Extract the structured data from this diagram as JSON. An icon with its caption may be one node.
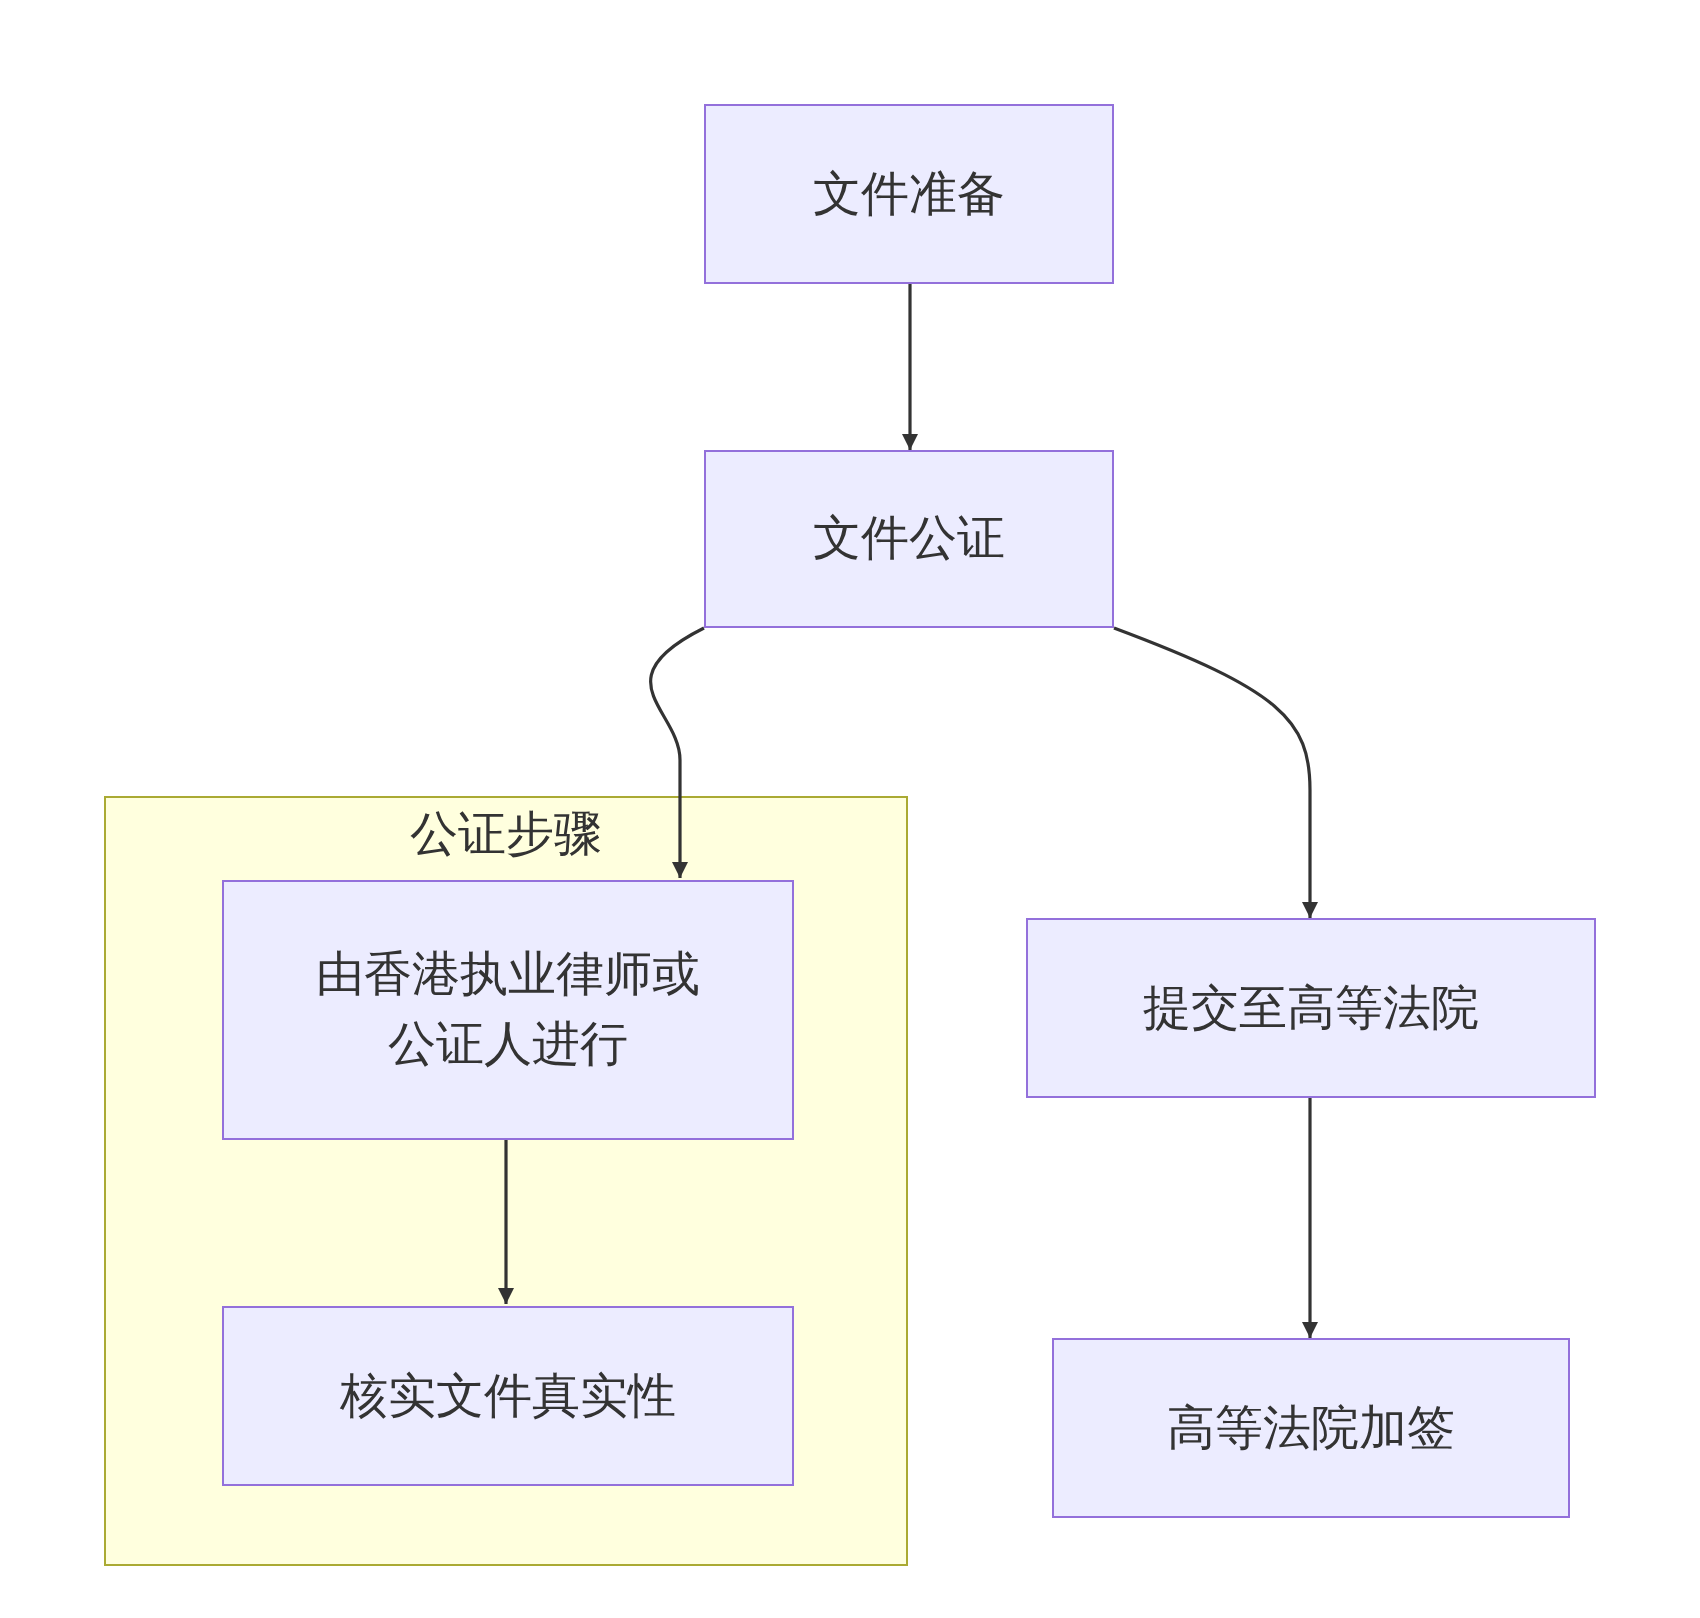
{
  "diagram": {
    "nodes": [
      {
        "text": [
          "文件准备"
        ]
      },
      {
        "text": [
          "文件公证"
        ]
      },
      {
        "text": [
          "公证步骤"
        ]
      },
      {
        "text": [
          "由香港执业律师或公证人进行"
        ],
        "in": 2
      },
      {
        "text": [
          "核实文件真实性"
        ],
        "in": 2
      },
      {
        "text": [
          "提交至高等法院"
        ]
      },
      {
        "text": [
          "高等法院加签"
        ]
      }
    ],
    "edges": [
      {
        "from": 0,
        "to": 1,
        "arrow": "to"
      },
      {
        "from": 1,
        "to": 3,
        "arrow": "to"
      },
      {
        "from": 1,
        "to": 5,
        "arrow": "to"
      },
      {
        "from": 3,
        "to": 4,
        "arrow": "to"
      },
      {
        "from": 5,
        "to": 6,
        "arrow": "to"
      }
    ]
  }
}
